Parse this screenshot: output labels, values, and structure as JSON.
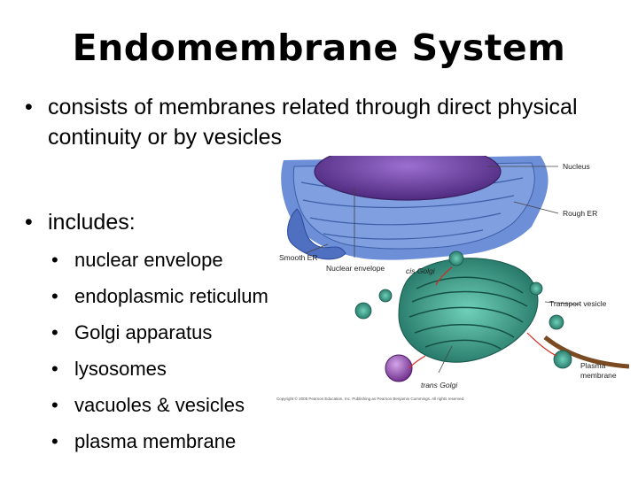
{
  "slide": {
    "title": "Endomembrane System",
    "bullets": [
      {
        "marker": "•",
        "text": "consists of membranes related through direct physical continuity or by vesicles"
      },
      {
        "marker": "•",
        "text": "includes:"
      }
    ],
    "sub_items": [
      {
        "marker": "•",
        "text": "nuclear envelope"
      },
      {
        "marker": "•",
        "text": "endoplasmic reticulum"
      },
      {
        "marker": "•",
        "text": "Golgi apparatus"
      },
      {
        "marker": "•",
        "text": "lysosomes"
      },
      {
        "marker": "•",
        "text": "vacuoles & vesicles"
      },
      {
        "marker": "•",
        "text": "plasma membrane"
      }
    ]
  },
  "figure": {
    "labels": {
      "nucleus": "Nucleus",
      "rough_er": "Rough ER",
      "smooth_er": "Smooth ER",
      "nuclear_envelope": "Nuclear envelope",
      "cis_golgi": "cis Golgi",
      "transport_vesicle": "Transport vesicle",
      "plasma_membrane_1": "Plasma",
      "plasma_membrane_2": "membrane",
      "trans_golgi": "trans Golgi"
    },
    "copyright": "Copyright © 2005 Pearson Education, Inc. Publishing as Pearson Benjamin Cummings. All rights reserved.",
    "colors": {
      "er": "#5c79c8",
      "nucleus": "#6c3f9b",
      "golgi": "#2e8f7c",
      "vesicle": "#8e4aa6"
    }
  }
}
